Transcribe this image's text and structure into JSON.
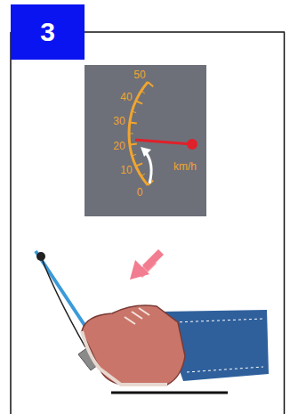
{
  "diagram": {
    "nodes": [
      {
        "text": [
          "3"
        ]
      },
      {
        "text": [
          "50",
          "40",
          "30",
          "20",
          "10",
          "0",
          "km/h"
        ]
      }
    ]
  }
}
